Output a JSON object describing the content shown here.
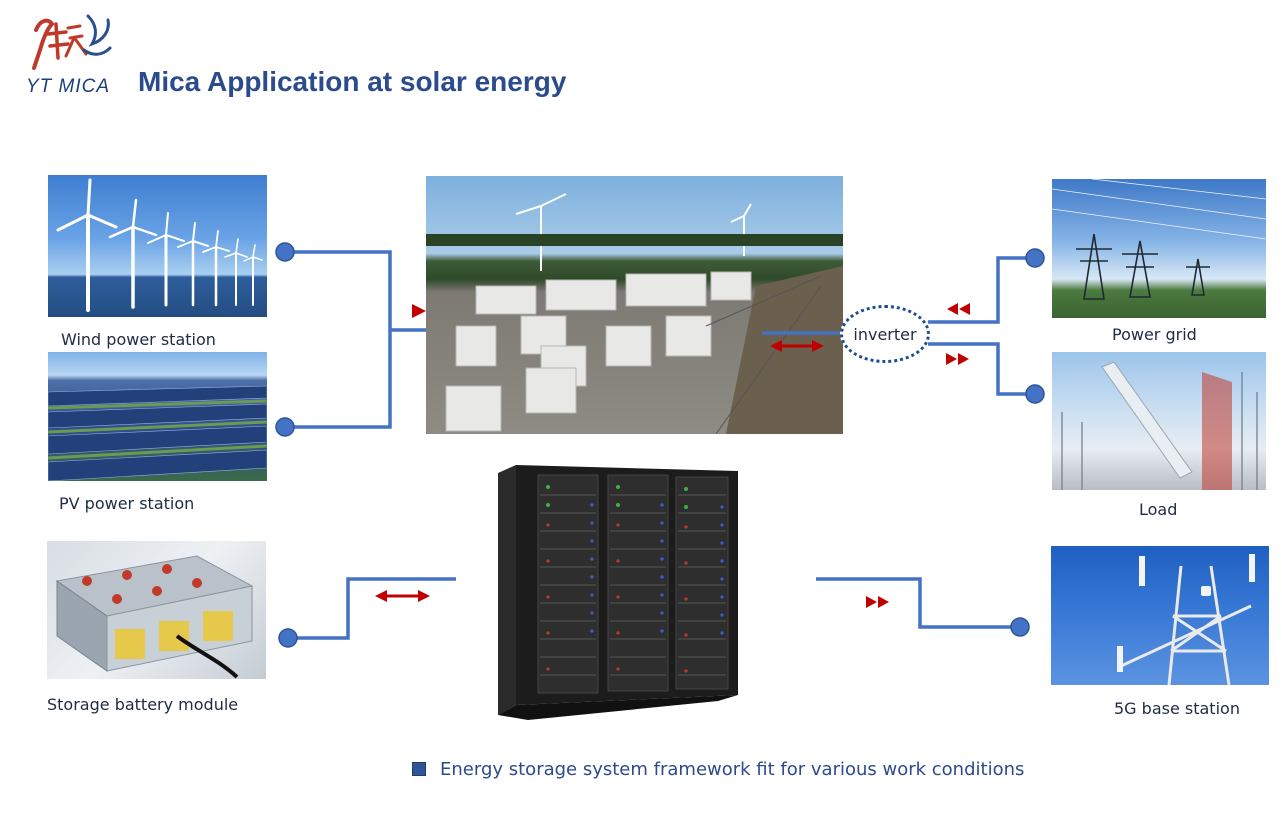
{
  "header": {
    "logo_text": "YT MICA",
    "title": "Mica Application at solar energy"
  },
  "sources": {
    "wind_label": "Wind power station",
    "pv_label": "PV power station",
    "battery_label": "Storage battery module"
  },
  "outputs": {
    "grid_label": "Power grid",
    "load_label": "Load",
    "base_station_label": "5G base station"
  },
  "center": {
    "inverter_label": "inverter"
  },
  "footer": {
    "caption": "Energy storage system framework fit for various work conditions"
  },
  "colors": {
    "connector": "#4472c4",
    "arrow": "#c00000",
    "title": "#2b4b8c"
  }
}
